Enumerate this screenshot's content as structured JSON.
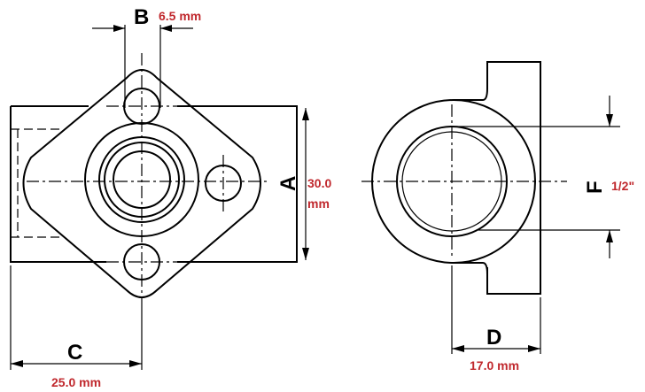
{
  "labels": {
    "B": "B",
    "A": "A",
    "C": "C",
    "D": "D",
    "F": "F"
  },
  "dimensions": {
    "b_value": "6.5 mm",
    "a_value_line1": "30.0",
    "a_value_line2": "mm",
    "c_value": "25.0 mm",
    "d_value": "17.0 mm",
    "f_value": "1/2\""
  },
  "colors": {
    "dimension_text": "#c0282d",
    "line": "#000000"
  }
}
